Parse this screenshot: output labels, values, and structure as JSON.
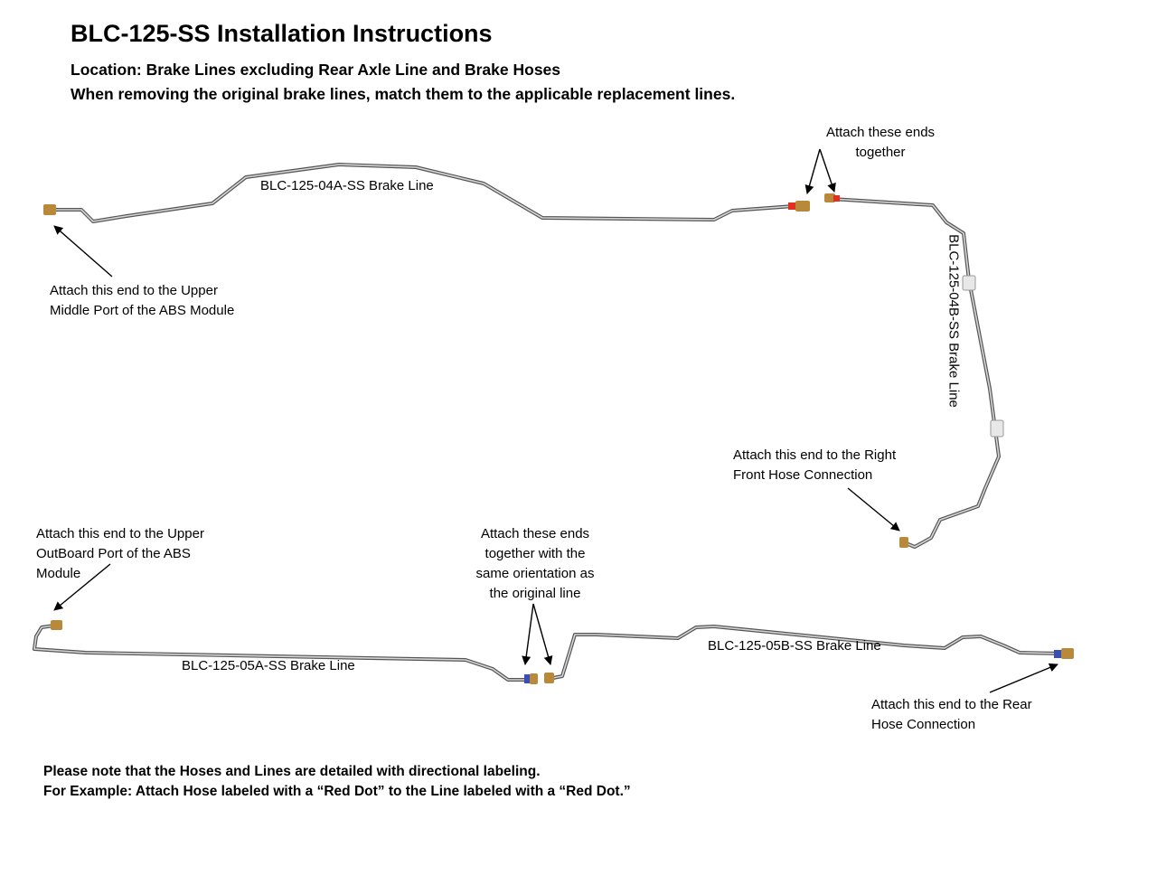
{
  "header": {
    "title": "BLC-125-SS Installation Instructions",
    "location": "Location: Brake Lines excluding Rear Axle Line and Brake Hoses",
    "instruction": "When removing the original brake lines, match them to the applicable replacement lines."
  },
  "lines": {
    "line_04a": "BLC-125-04A-SS Brake Line",
    "line_04b": "BLC-125-04B-SS Brake Line",
    "line_05a": "BLC-125-05A-SS Brake Line",
    "line_05b": "BLC-125-05B-SS Brake Line"
  },
  "callouts": {
    "abs_upper_middle": [
      "Attach this end to the Upper",
      "Middle Port of the ABS Module"
    ],
    "attach_together_top": [
      "Attach these ends",
      "together"
    ],
    "right_front_hose": [
      "Attach this end to the Right",
      "Front Hose Connection"
    ],
    "abs_upper_outboard": [
      "Attach this end to the Upper",
      "OutBoard Port of the ABS",
      "Module"
    ],
    "attach_together_bottom": [
      "Attach these ends",
      "together with the",
      "same orientation as",
      "the original line"
    ],
    "rear_hose": [
      "Attach this end to the Rear",
      "Hose Connection"
    ]
  },
  "notes": {
    "note1": "Please note that the Hoses and Lines are detailed with directional labeling.",
    "note2": "For Example: Attach Hose labeled with a “Red Dot” to the Line labeled with a “Red Dot.”"
  },
  "colors": {
    "line_steel": "#555555",
    "line_highlight": "#d6d6d6",
    "fitting_brass": "#b8893a",
    "red_dot": "#e03020",
    "blue_band": "#3a4fb0",
    "arrow": "#000000"
  },
  "icons": {
    "fitting": "brass-tube-nut-icon",
    "clip": "line-clip-icon",
    "arrow": "arrow-icon"
  }
}
